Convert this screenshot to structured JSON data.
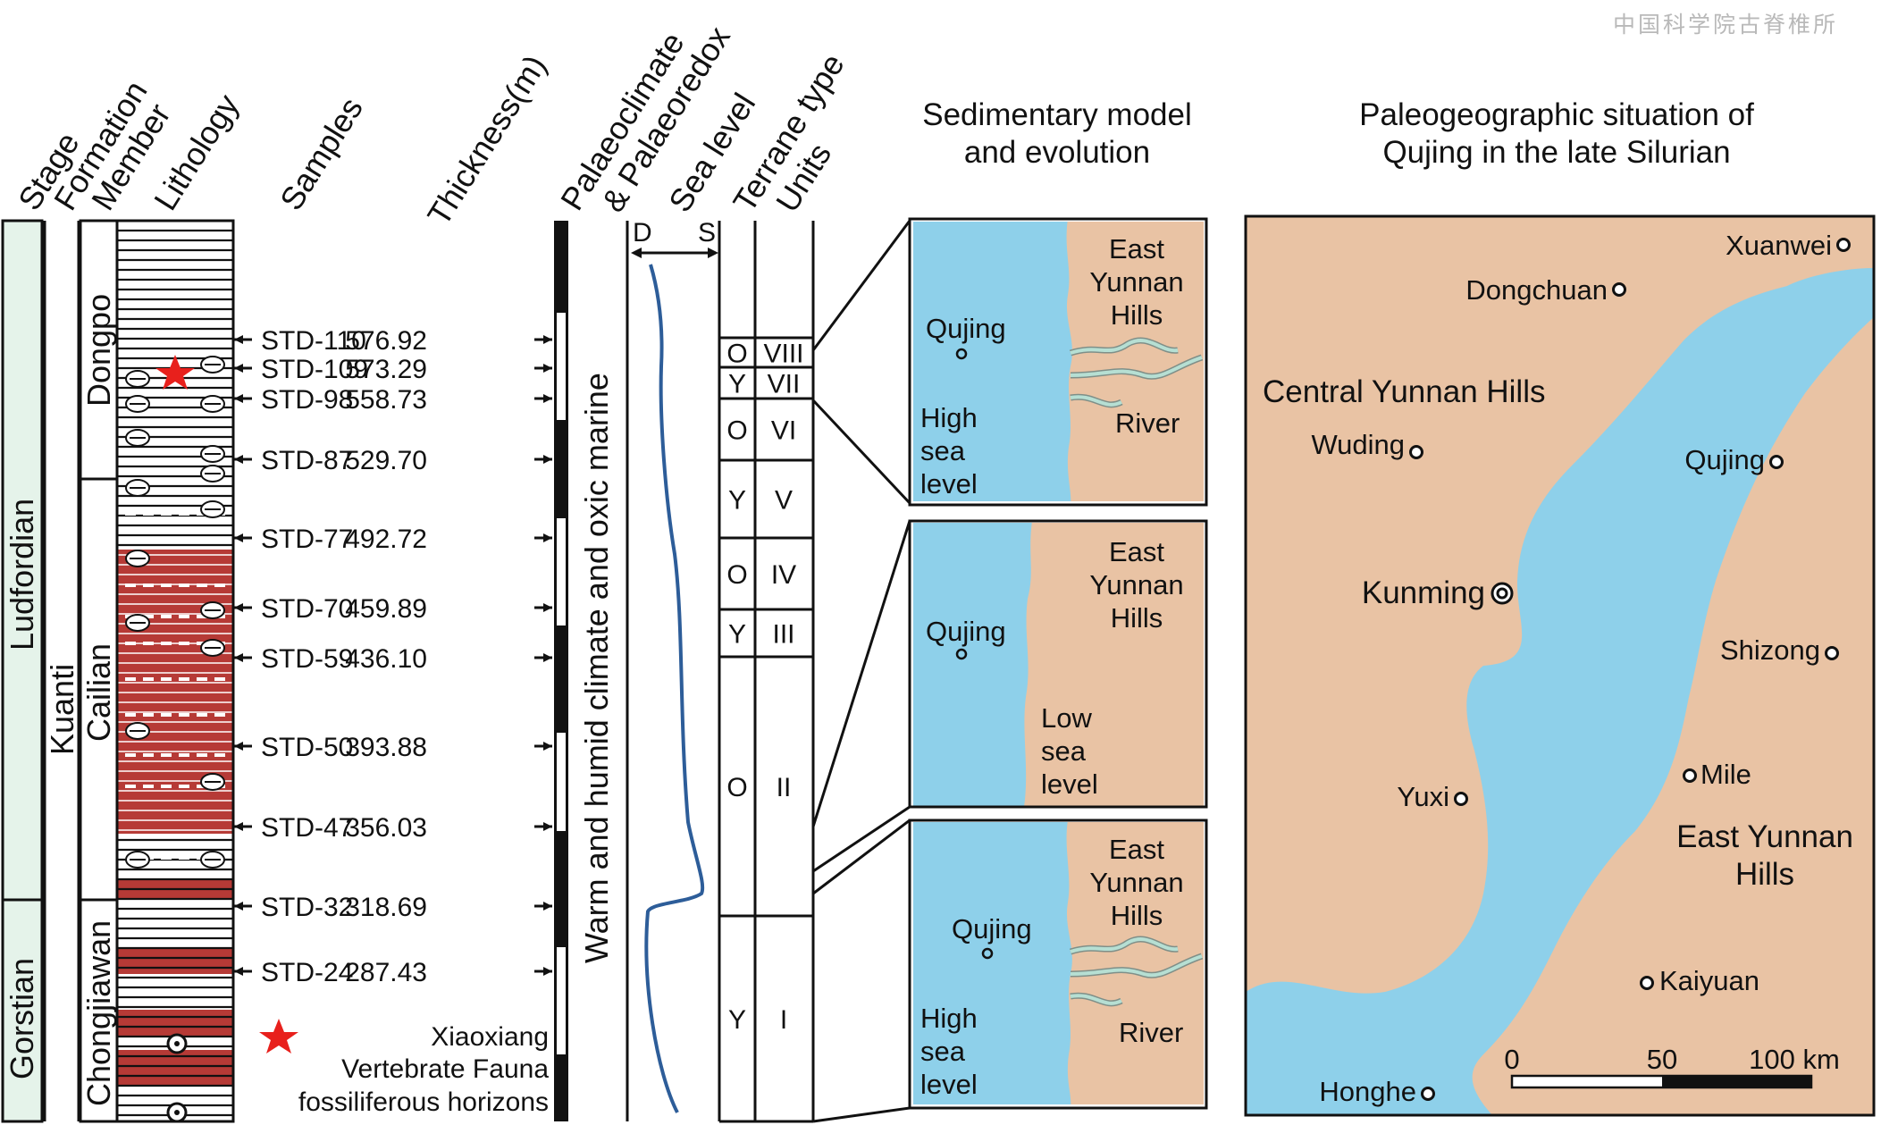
{
  "watermark": "中国科学院古脊椎所",
  "column_headers": {
    "stage": "Stage",
    "formation": "Formation",
    "member": "Member",
    "lithology": "Lithology",
    "samples": "Samples",
    "thickness": "Thickness(m)",
    "palaeo_line1": "Palaeoclimate",
    "palaeo_line2": "& Palaeoredox",
    "sea_level": "Sea level",
    "terrane_type": "Terrane type",
    "units": "Units"
  },
  "stages": [
    {
      "name": "Ludfordian"
    },
    {
      "name": "Gorstian"
    }
  ],
  "formation": "Kuanti",
  "members": [
    {
      "name": "Dongpo"
    },
    {
      "name": "Cailian"
    },
    {
      "name": "Chongjiawan"
    }
  ],
  "samples": [
    {
      "id": "STD-110",
      "thickness": "576.92"
    },
    {
      "id": "STD-109",
      "thickness": "573.29"
    },
    {
      "id": "STD-98",
      "thickness": "558.73"
    },
    {
      "id": "STD-87",
      "thickness": "529.70"
    },
    {
      "id": "STD-77",
      "thickness": "492.72"
    },
    {
      "id": "STD-70",
      "thickness": "459.89"
    },
    {
      "id": "STD-59",
      "thickness": "436.10"
    },
    {
      "id": "STD-50",
      "thickness": "393.88"
    },
    {
      "id": "STD-47",
      "thickness": "356.03"
    },
    {
      "id": "STD-32",
      "thickness": "318.69"
    },
    {
      "id": "STD-24",
      "thickness": "287.43"
    }
  ],
  "legend": {
    "line1": "Xiaoxiang",
    "line2": "Vertebrate Fauna",
    "line3": "fossiliferous horizons",
    "star_color": "#e8201c"
  },
  "palaeoclimate_text": "Warm and humid climate and oxic marine",
  "sea_level_axis": {
    "deep": "D",
    "shallow": "S"
  },
  "terrane_units": [
    {
      "type": "O",
      "unit": "VIII"
    },
    {
      "type": "Y",
      "unit": "VII"
    },
    {
      "type": "O",
      "unit": "VI"
    },
    {
      "type": "Y",
      "unit": "V"
    },
    {
      "type": "O",
      "unit": "IV"
    },
    {
      "type": "Y",
      "unit": "III"
    },
    {
      "type": "O",
      "unit": "II"
    },
    {
      "type": "Y",
      "unit": "I"
    }
  ],
  "sedimentary_model": {
    "title_line1": "Sedimentary model",
    "title_line2": "and evolution",
    "panels": [
      {
        "town": "Qujing",
        "hills": [
          "East",
          "Yunnan",
          "Hills"
        ],
        "sea": [
          "High",
          "sea",
          "level"
        ],
        "river": "River"
      },
      {
        "town": "Qujing",
        "hills": [
          "East",
          "Yunnan",
          "Hills"
        ],
        "sea": [
          "Low",
          "sea",
          "level"
        ],
        "river": ""
      },
      {
        "town": "Qujing",
        "hills": [
          "East",
          "Yunnan",
          "Hills"
        ],
        "sea": [
          "High",
          "sea",
          "level"
        ],
        "river": "River"
      }
    ]
  },
  "paleogeography": {
    "title_line1": "Paleogeographic situation of",
    "title_line2": "Qujing in the late Silurian",
    "places": {
      "xuanwei": "Xuanwei",
      "dongchuan": "Dongchuan",
      "wuding": "Wuding",
      "qujing": "Qujing",
      "kunming": "Kunming",
      "shizong": "Shizong",
      "yuxi": "Yuxi",
      "mile": "Mile",
      "kaiyuan": "Kaiyuan",
      "honghe": "Honghe"
    },
    "regions": {
      "central": "Central Yunnan Hills",
      "east_line1": "East Yunnan",
      "east_line2": "Hills"
    },
    "scale_bar": {
      "zero": "0",
      "mid": "50",
      "end": "100 km"
    }
  },
  "colors": {
    "stage_fill": "#e5f3ea",
    "red_bed": "#b63a36",
    "sea": "#8ed0ea",
    "land": "#e9c3a4",
    "sea_curve": "#2d5d99",
    "river": "#b6dfd3"
  }
}
